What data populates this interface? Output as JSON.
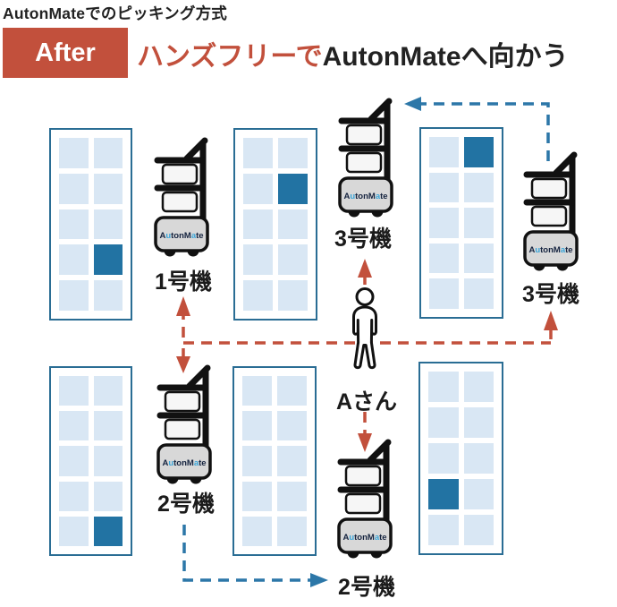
{
  "header": {
    "title": "AutonMateでのピッキング方式",
    "badge": "After",
    "headline_red": "ハンズフリーで",
    "headline_dark": "AutonMateへ向かう"
  },
  "colors": {
    "accent_red": "#c2503c",
    "route_blue": "#2c77a8",
    "shelf_border": "#2a6d94",
    "shelf_cell_light": "#d9e7f4",
    "shelf_cell_dark": "#2273a3",
    "cart_body_gray": "#d8d8d8",
    "logo_navy": "#15233f",
    "logo_cyan": "#3aa5d9"
  },
  "logo": {
    "full": "AutonMate",
    "d1": "A",
    "l1": "u",
    "d2": "tonM",
    "l2": "a",
    "d3": "te"
  },
  "person": {
    "label": "Aさん"
  },
  "carts": [
    {
      "label": "1号機"
    },
    {
      "label": "3号機"
    },
    {
      "label": "3号機"
    },
    {
      "label": "2号機"
    },
    {
      "label": "2号機"
    }
  ],
  "shelves": [
    {
      "rows": 5,
      "cols": 2,
      "highlight": [
        4,
        2
      ]
    },
    {
      "rows": 5,
      "cols": 2,
      "highlight": [
        2,
        2
      ]
    },
    {
      "rows": 5,
      "cols": 2,
      "highlight": [
        1,
        2
      ]
    },
    {
      "rows": 5,
      "cols": 2,
      "highlight": [
        5,
        2
      ]
    },
    {
      "rows": 5,
      "cols": 2,
      "highlight": null
    },
    {
      "rows": 5,
      "cols": 2,
      "highlight": [
        4,
        1
      ]
    }
  ]
}
